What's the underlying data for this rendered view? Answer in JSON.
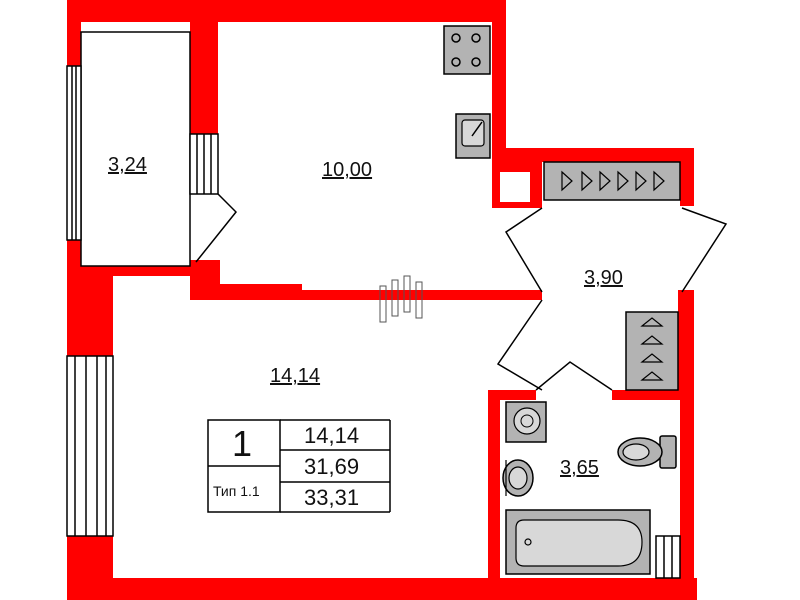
{
  "rooms": {
    "balcony_area": "3,24",
    "kitchen_area": "10,00",
    "hall_area": "3,90",
    "living_area": "14,14",
    "bathroom_area": "3,65"
  },
  "info": {
    "room_count": "1",
    "type_label": "Тип 1.1",
    "living_total": "14,14",
    "total_area": "31,69",
    "total_with_balcony": "33,31"
  },
  "colors": {
    "wall": "#ff0000",
    "fixture_fill": "#b3b3b3",
    "line": "#000000",
    "background": "#ffffff"
  },
  "icons": [
    "stove-icon",
    "sink-icon",
    "wardrobe-hangers-icon",
    "washing-machine-icon",
    "toilet-icon",
    "washbasin-icon",
    "bathtub-icon"
  ]
}
